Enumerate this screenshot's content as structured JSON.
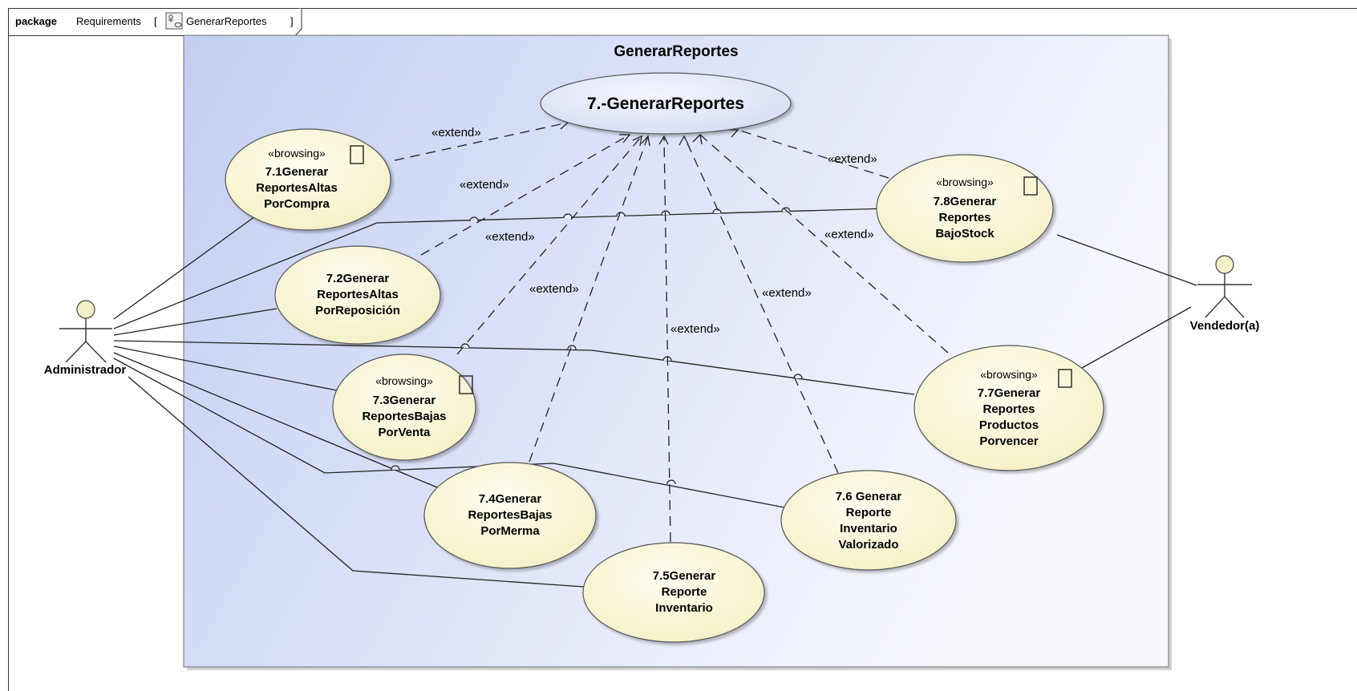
{
  "package_frame": {
    "keyword": "package",
    "name": "Requirements",
    "diagram_name": "GenerarReportes",
    "diagram_icon": "usecase-diagram-icon",
    "open_bracket": "[",
    "close_bracket": "]"
  },
  "subject": {
    "title": "GenerarReportes"
  },
  "main_use_case": {
    "label": "7.-GenerarReportes"
  },
  "use_cases": [
    {
      "id": "uc71",
      "stereotype": "«browsing»",
      "lines": [
        "7.1Generar",
        "ReportesAltas",
        "PorCompra"
      ],
      "has_icon": true
    },
    {
      "id": "uc72",
      "stereotype": "",
      "lines": [
        "7.2Generar",
        "ReportesAltas",
        "PorReposición"
      ],
      "has_icon": false
    },
    {
      "id": "uc73",
      "stereotype": "«browsing»",
      "lines": [
        "7.3Generar",
        "ReportesBajas",
        "PorVenta"
      ],
      "has_icon": true
    },
    {
      "id": "uc74",
      "stereotype": "",
      "lines": [
        "7.4Generar",
        "ReportesBajas",
        "PorMerma"
      ],
      "has_icon": false
    },
    {
      "id": "uc75",
      "stereotype": "",
      "lines": [
        "7.5Generar",
        "Reporte",
        "Inventario"
      ],
      "has_icon": false
    },
    {
      "id": "uc76",
      "stereotype": "",
      "lines": [
        "7.6 Generar",
        "Reporte",
        "Inventario",
        "Valorizado"
      ],
      "has_icon": false
    },
    {
      "id": "uc77",
      "stereotype": "«browsing»",
      "lines": [
        "7.7Generar",
        "Reportes",
        "Productos",
        "Porvencer"
      ],
      "has_icon": true
    },
    {
      "id": "uc78",
      "stereotype": "«browsing»",
      "lines": [
        "7.8Generar",
        "Reportes",
        "BajoStock"
      ],
      "has_icon": true
    }
  ],
  "extend_label": "«extend»",
  "actors": [
    {
      "id": "admin",
      "name": "Administrador"
    },
    {
      "id": "vendedor",
      "name": "Vendedor(a)"
    }
  ],
  "colors": {
    "subject_fill_start": "#c9d3f3",
    "subject_fill_end": "#f4f6fd",
    "subject_border": "#6f6f6f",
    "main_use_case_fill": "#dde3f7",
    "use_case_fill": "#fbf8d8",
    "actor_head_fill": "#f4f0c8",
    "line": "#222222"
  }
}
